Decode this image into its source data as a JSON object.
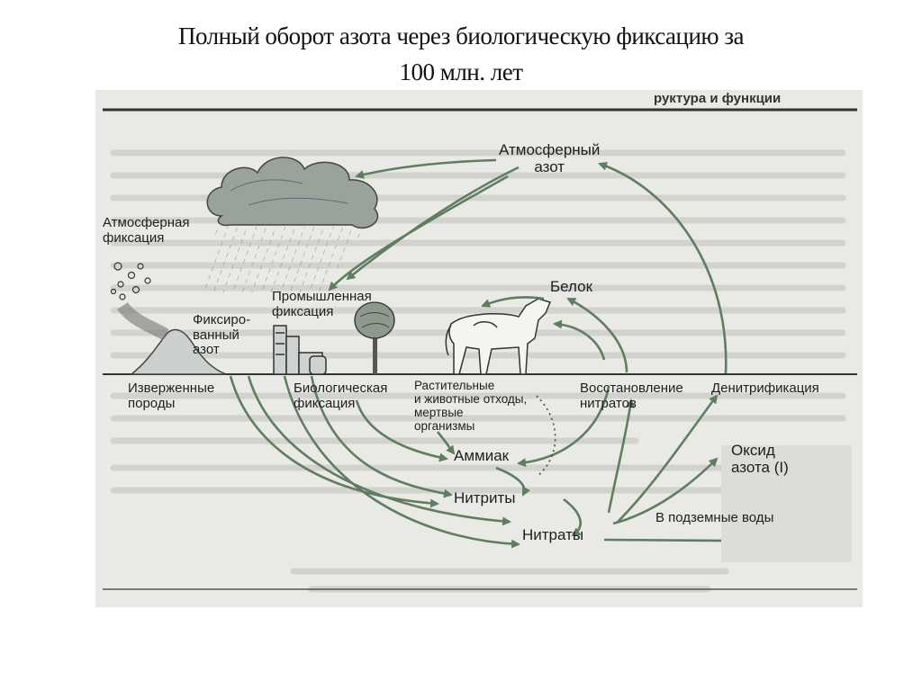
{
  "slide": {
    "title_line1": "Полный  оборот  азота  через биологическую  фиксацию  за",
    "title_line2": "100 млн. лет"
  },
  "diagram": {
    "labels": {
      "atm_nitrogen_1": "Атмосферный",
      "atm_nitrogen_2": "азот",
      "atm_fixation_1": "Атмосферная",
      "atm_fixation_2": "фиксация",
      "industrial_1": "Промышленная",
      "industrial_2": "фиксация",
      "fixed_n_1": "Фиксиро-",
      "fixed_n_2": "ванный",
      "fixed_n_3": "азот",
      "protein": "Белок",
      "igneous_1": "Изверженные",
      "igneous_2": "породы",
      "bio_fix_1": "Биологическая",
      "bio_fix_2": "фиксация",
      "waste_1": "Растительные",
      "waste_2": "и животные отходы,",
      "waste_3": "мертвые",
      "waste_4": "организмы",
      "nitrate_reduction_1": "Восстановление",
      "nitrate_reduction_2": "нитратов",
      "denitrification": "Денитрификация",
      "ammonia": "Аммиак",
      "nitrites": "Нитриты",
      "nitrates": "Нитраты",
      "oxide_1": "Оксид",
      "oxide_2": "азота (I)",
      "groundwater": "В подземные воды"
    },
    "header_fragment": "руктура и функции",
    "colors": {
      "arrow": "#5f7d5f",
      "ink": "#2a2a2a",
      "paper": "#e9e9e6"
    }
  }
}
